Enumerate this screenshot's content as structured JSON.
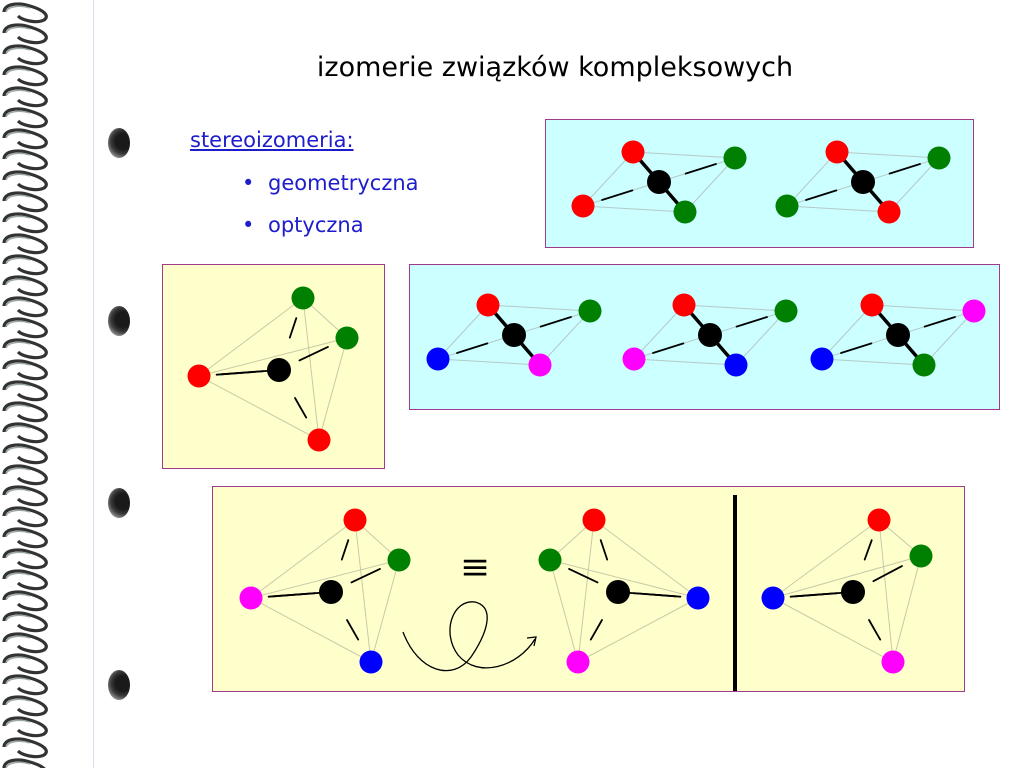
{
  "slide": {
    "title": "izomerie związków kompleksowych",
    "subtitle": "stereoizomeria:",
    "bullets": [
      "geometryczna",
      "optyczna"
    ],
    "equivalence_symbol": "≡"
  },
  "colors": {
    "red": "#ff0000",
    "green": "#008000",
    "blue": "#0000ff",
    "magenta": "#ff00ff",
    "black": "#000000",
    "title_text": "#000000",
    "body_text": "#1d1dcc",
    "yellow_box": "#ffffcc",
    "cyan_box": "#ccffff",
    "box_border": "#a03a8c"
  },
  "icons": [
    "notebook-spiral-icon",
    "binder-hole-icon",
    "rotation-arrow-icon",
    "mirror-plane-line"
  ]
}
